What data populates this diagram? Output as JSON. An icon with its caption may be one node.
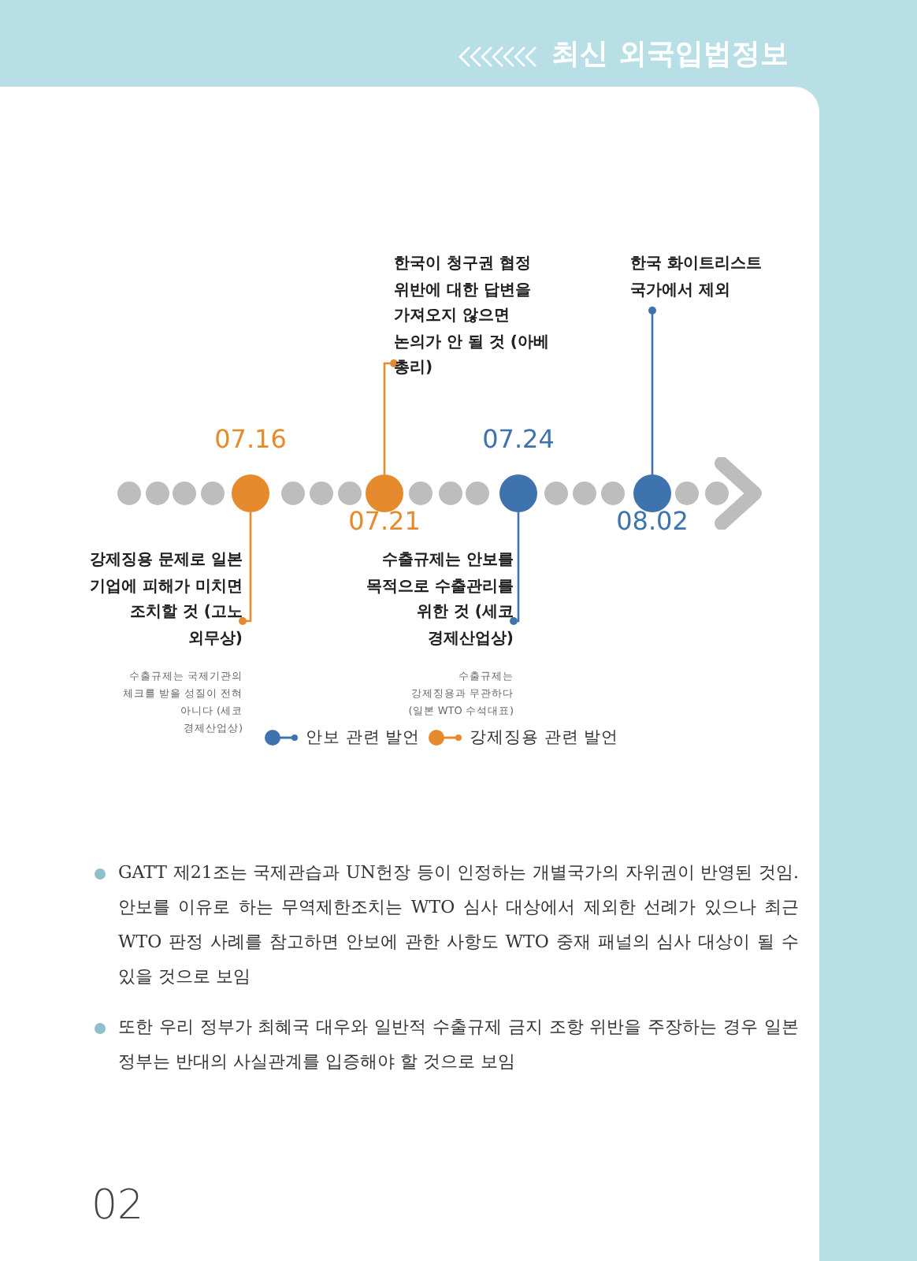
{
  "diagram": {
    "nodes": [
      {
        "text": [
          "한국이 청구권 협정 위반에 대한 답변을 가져오지 않으면 논의가 안 될 것 (아베 총리)"
        ]
      },
      {
        "text": [
          "한국 화이트리스트 국가에서 제외"
        ]
      },
      {
        "text": [],
        "shape": "circle",
        "beside": [
          "07.16"
        ]
      },
      {
        "text": [],
        "shape": "circle",
        "beside": [
          "07.21"
        ]
      },
      {
        "text": [],
        "shape": "circle",
        "beside": [
          "07.24"
        ]
      },
      {
        "text": [],
        "shape": "circle",
        "beside": [
          "08.02"
        ]
      },
      {
        "text": [
          "강제징용 문제로 일본 기업에 피해가 미치면 조치할 것 (고노 외무상)",
          "수출규제는 국제기관의 체크를 받을 성질이 전혀 아니다 (세코 경제산업상)"
        ]
      },
      {
        "text": [
          "수출규제는 안보를 목적으로 수출관리를 위한 것 (세코 경제산업상)",
          "수출규제는 강제징용과 무관하다 (일본 WTO 수석대표)"
        ]
      }
    ],
    "edges": [
      {
        "from": 0,
        "to": 3,
        "arrow": "other",
        "color": "#e68a2e"
      },
      {
        "from": 1,
        "to": 5,
        "arrow": "other",
        "color": "#3e73ad"
      },
      {
        "from": 6,
        "to": 2,
        "arrow": "other",
        "color": "#e68a2e"
      },
      {
        "from": 7,
        "to": 4,
        "arrow": "other",
        "color": "#3e73ad"
      }
    ],
    "labels": [
      "최신 외국입법정보",
      "GATT 제21조는 국제관습과 UN헌장 등이 인정하는 개별국가의 자위권이 반영된 것임. 안보를 이유로 하는 무역제한조치는 WTO 심사 대상에서 제외한 선례가 있으나 최근 WTO 판정 사례를 참고하면 안보에 관한 사항도 WTO 중재 패널의 심사 대상이 될 수 있을 것으로 보임",
      "또한 우리 정부가 최혜국 대우와 일반적 수출규제 금지 조항 위반을 주장하는 경우 일본 정부는 반대의 사실관계를 입증해야 할 것으로 보임",
      "02"
    ],
    "legend": [
      {
        "text": "안보 관련 발언",
        "color": "#3e73ad"
      },
      {
        "text": "강제징용 관련 발언",
        "color": "#e68a2e"
      }
    ]
  }
}
